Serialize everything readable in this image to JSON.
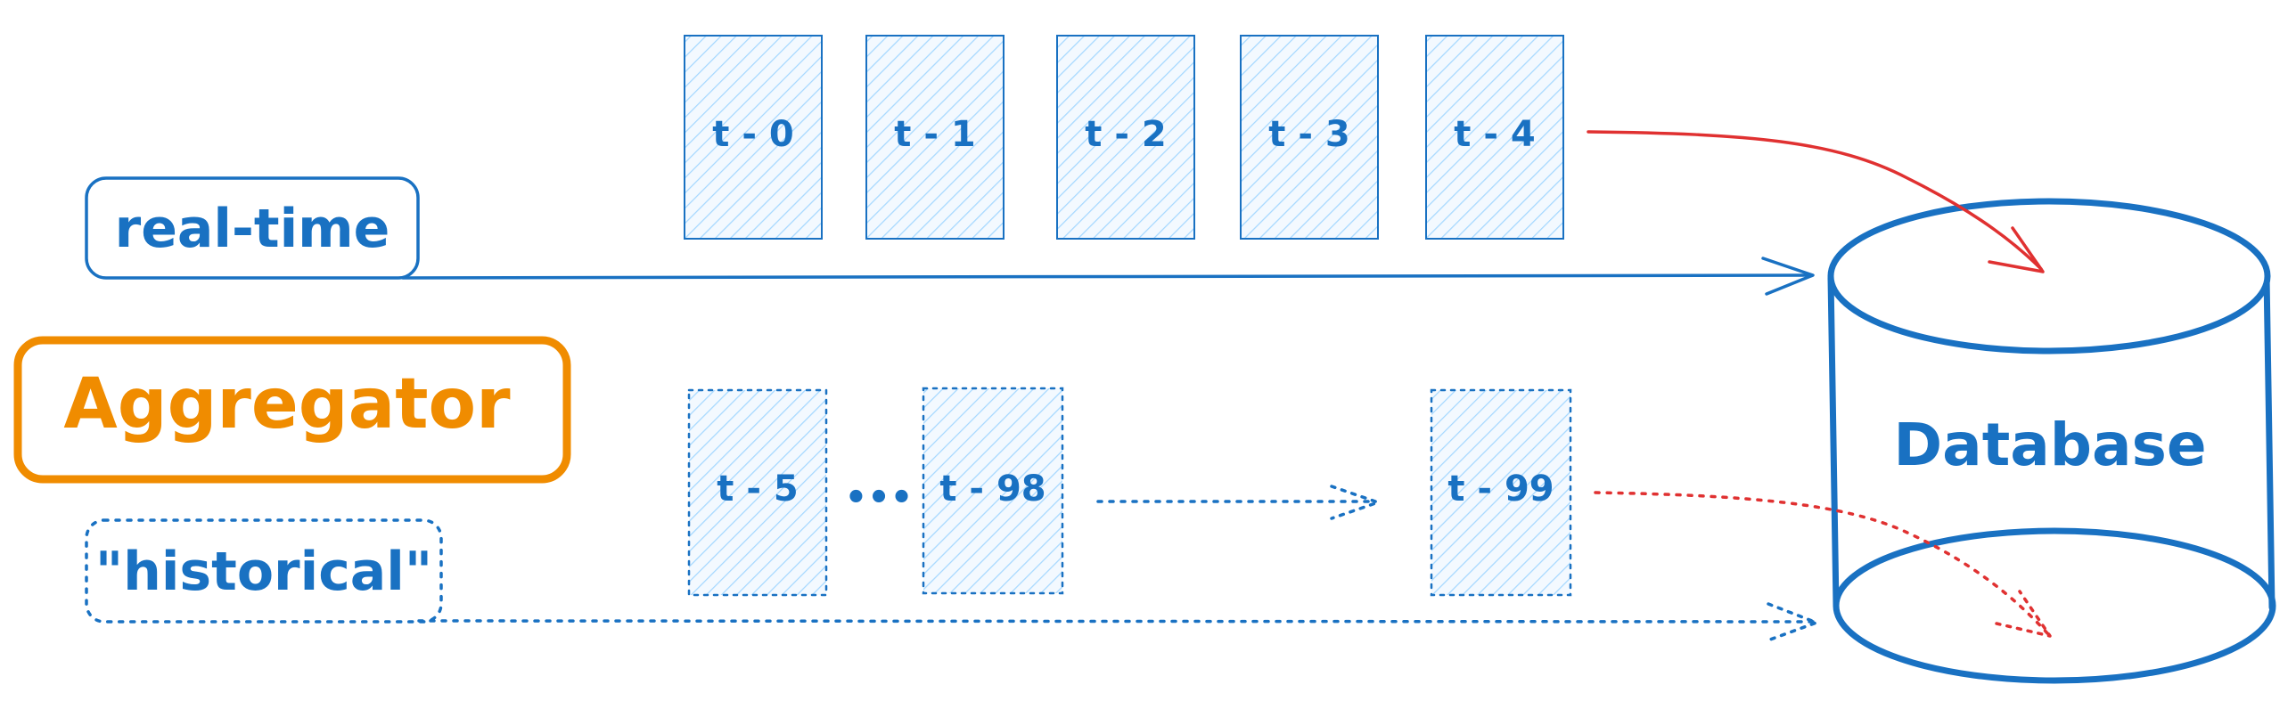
{
  "labels": {
    "realtime": "real-time",
    "aggregator": "Aggregator",
    "historical": "\"historical\"",
    "database": "Database",
    "ellipsis": "•••"
  },
  "realtime_frames": [
    "t - 0",
    "t - 1",
    "t - 2",
    "t - 3",
    "t - 4"
  ],
  "historical_frames": [
    "t - 5",
    "t - 98",
    "t - 99"
  ],
  "colors": {
    "blue": "#1971c2",
    "orange": "#f08c00",
    "red": "#e03131",
    "hatch": "#a5d8ff",
    "frame_fill": "#e7f5ff"
  }
}
